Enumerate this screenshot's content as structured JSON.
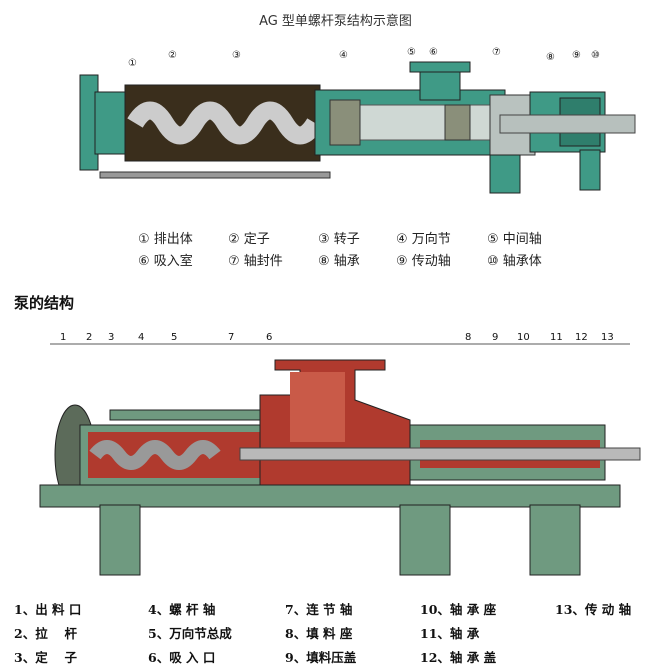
{
  "title": "AG 型单螺杆泵结构示意图",
  "top_callouts": [
    "①",
    "②",
    "③",
    "④",
    "⑤",
    "⑥",
    "⑦",
    "⑧",
    "⑨",
    "⑩"
  ],
  "top_legend": [
    "① 排出体",
    "② 定子",
    "③ 转子",
    "④ 万向节",
    "⑤ 中间轴",
    "⑥ 吸入室",
    "⑦ 轴封件",
    "⑧ 轴承",
    "⑨ 传动轴",
    "⑩ 轴承体"
  ],
  "section_title": "泵的结构",
  "bottom_callouts": [
    "1",
    "2",
    "3",
    "4",
    "5",
    "7",
    "6",
    "8",
    "9",
    "10",
    "11",
    "12",
    "13"
  ],
  "bottom_legend": [
    "1、出 料 口",
    "4、螺 杆 轴",
    "7、连 节 轴",
    "10、轴 承 座",
    "13、传 动 轴",
    "2、拉　 杆",
    "5、万向节总成",
    "8、填 料 座",
    "11、轴 承",
    "3、定　 子",
    "6、吸 入 口",
    "9、填料压盖",
    "12、轴 承 盖"
  ],
  "colors": {
    "teal": "#3f9a86",
    "green": "#6f9a80",
    "red": "#b03a2e",
    "stator": "#4a3a22"
  }
}
